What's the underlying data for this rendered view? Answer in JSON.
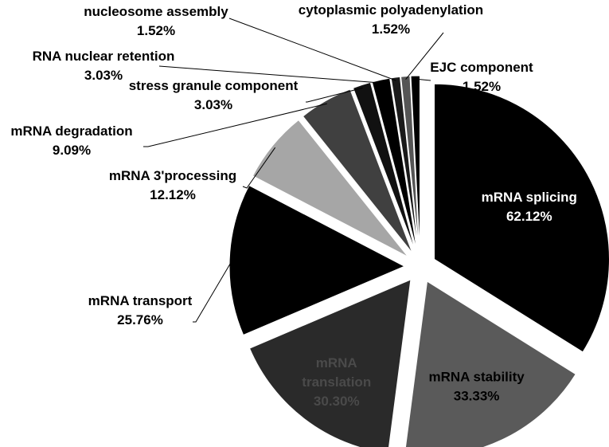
{
  "chart_data": {
    "type": "pie",
    "exploded": true,
    "title": "",
    "slices": [
      {
        "name": "mRNA splicing",
        "value": 62.12,
        "value_label": "62.12%",
        "color": "#000000",
        "label_color": "#ffffff"
      },
      {
        "name": "mRNA stability",
        "value": 33.33,
        "value_label": "33.33%",
        "color": "#5a5a5a",
        "label_color": "#000000"
      },
      {
        "name": "mRNA translation",
        "value": 30.3,
        "value_label": "30.30%",
        "color": "#2a2a2a",
        "label_color": "#4a4a4a"
      },
      {
        "name": "mRNA transport",
        "value": 25.76,
        "value_label": "25.76%",
        "color": "#000000",
        "label_color": "#000000"
      },
      {
        "name": "mRNA 3'processing",
        "value": 12.12,
        "value_label": "12.12%",
        "color": "#a6a6a6",
        "label_color": "#000000"
      },
      {
        "name": "mRNA degradation",
        "value": 9.09,
        "value_label": "9.09%",
        "color": "#404040",
        "label_color": "#000000"
      },
      {
        "name": "stress granule component",
        "value": 3.03,
        "value_label": "3.03%",
        "color": "#111111",
        "label_color": "#000000"
      },
      {
        "name": "RNA nuclear retention",
        "value": 3.03,
        "value_label": "3.03%",
        "color": "#000000",
        "label_color": "#000000"
      },
      {
        "name": "nucleosome assembly",
        "value": 1.52,
        "value_label": "1.52%",
        "color": "#1a1a1a",
        "label_color": "#000000"
      },
      {
        "name": "cytoplasmic polyadenylation",
        "value": 1.52,
        "value_label": "1.52%",
        "color": "#555555",
        "label_color": "#000000"
      },
      {
        "name": "EJC component",
        "value": 1.52,
        "value_label": "1.52%",
        "color": "#000000",
        "label_color": "#000000"
      }
    ]
  }
}
